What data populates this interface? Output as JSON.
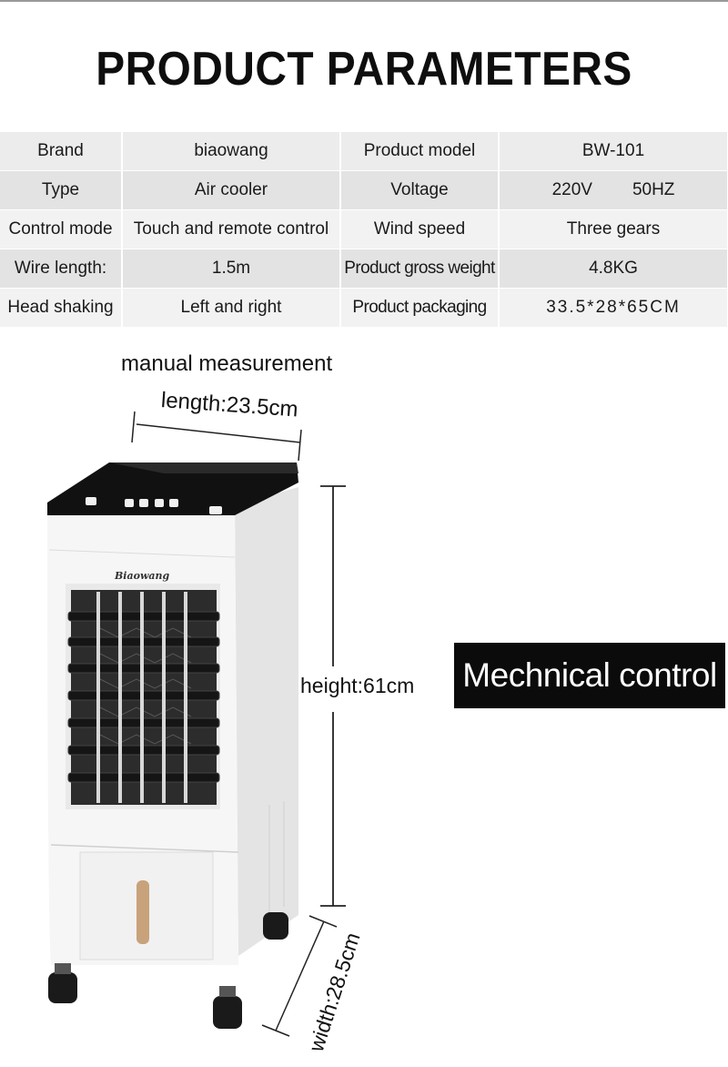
{
  "header": {
    "title": "PRODUCT PARAMETERS"
  },
  "params": {
    "rows": [
      {
        "label1": "Brand",
        "value1": "biaowang",
        "label2": "Product model",
        "value2": "BW-101"
      },
      {
        "label1": "Type",
        "value1": "Air cooler",
        "label2": "Voltage",
        "value2_a": "220V",
        "value2_b": "50HZ"
      },
      {
        "label1": "Control mode",
        "value1": "Touch and remote control",
        "label2": "Wind speed",
        "value2": "Three gears"
      },
      {
        "label1": "Wire length:",
        "value1": "1.5m",
        "label2": "Product gross weight",
        "value2": "4.8KG"
      },
      {
        "label1": "Head shaking",
        "value1": "Left and right",
        "label2": "Product packaging",
        "value2": "33.5*28*65CM"
      }
    ]
  },
  "measurement": {
    "title": "manual measurement",
    "length": "length:23.5cm",
    "height": "height:61cm",
    "width": "width:28.5cm"
  },
  "badge": {
    "text": "Mechnical control"
  },
  "product": {
    "brand_logo": "Biaowang"
  },
  "colors": {
    "badge_bg": "#0b0b0b",
    "table_bg": "#ececec",
    "body_white": "#f7f7f7",
    "panel_black": "#111111",
    "accent_gold": "#c8a27a"
  }
}
